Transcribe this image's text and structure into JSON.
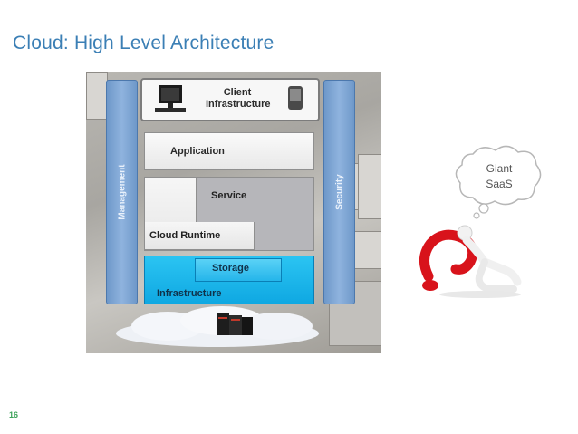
{
  "slide": {
    "title": "Cloud: High Level Architecture",
    "number": "16"
  },
  "diagram": {
    "management_label": "Management",
    "security_label": "Security",
    "client_line1": "Client",
    "client_line2": "Infrastructure",
    "application_label": "Application",
    "service_label": "Service",
    "cloud_runtime_label": "Cloud Runtime",
    "storage_label": "Storage",
    "infrastructure_label": "Infrastructure"
  },
  "bubble": {
    "line1": "Giant",
    "line2": "SaaS"
  },
  "colors": {
    "title": "#3b7fb5",
    "side_bar": "#7ea6d6",
    "infrastructure": "#1ab4ec",
    "question_mark": "#d8131b"
  }
}
